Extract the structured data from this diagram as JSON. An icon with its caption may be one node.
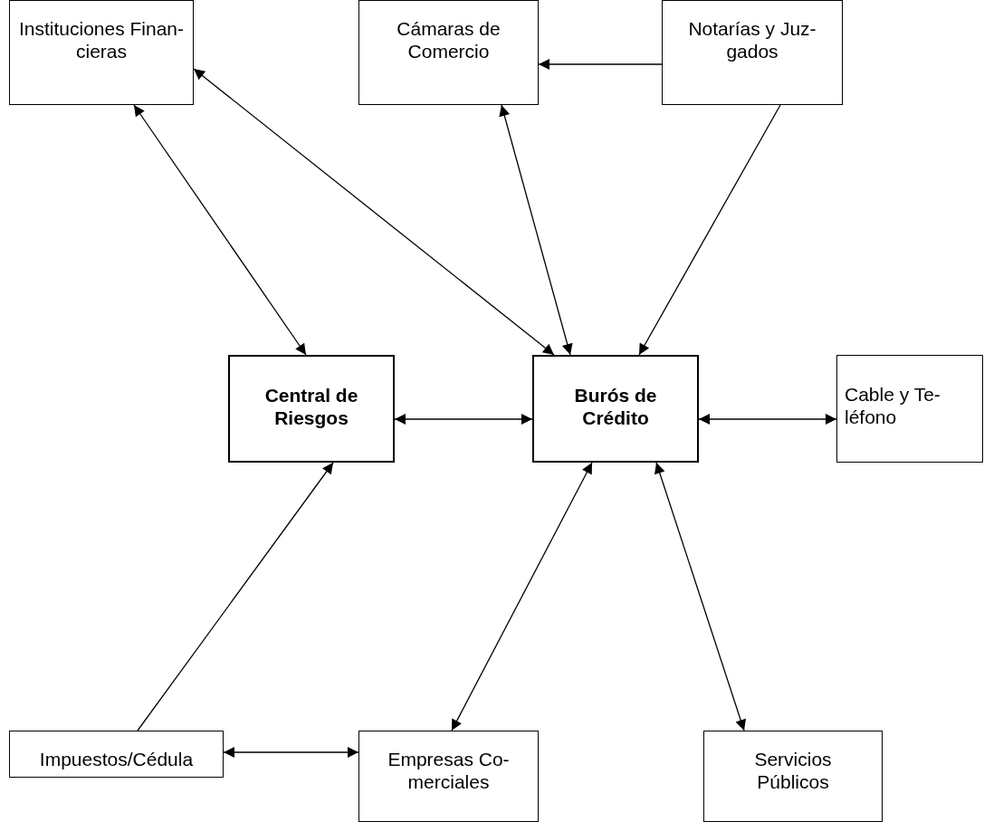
{
  "diagram": {
    "nodes": [
      {
        "text": [
          "Instituciones Finan- cieras"
        ]
      },
      {
        "text": [
          "Cámaras de Comercio"
        ]
      },
      {
        "text": [
          "Notarías y Juz- gados"
        ]
      },
      {
        "text": [
          "Central de Riesgos"
        ]
      },
      {
        "text": [
          "Burós de Crédito"
        ]
      },
      {
        "text": [
          "Cable y Te- léfono"
        ]
      },
      {
        "text": [
          "Impuestos/Cédula"
        ]
      },
      {
        "text": [
          "Empresas Co- merciales"
        ]
      },
      {
        "text": [
          "Servicios Públicos"
        ]
      }
    ],
    "edges": [
      {
        "from": 2,
        "to": 1,
        "arrow": "to"
      },
      {
        "from": 0,
        "to": 3,
        "arrow": "both"
      },
      {
        "from": 0,
        "to": 4,
        "arrow": "both"
      },
      {
        "from": 1,
        "to": 4,
        "arrow": "both"
      },
      {
        "from": 2,
        "to": 4,
        "arrow": "to"
      },
      {
        "from": 3,
        "to": 4,
        "arrow": "both"
      },
      {
        "from": 4,
        "to": 5,
        "arrow": "both"
      },
      {
        "from": 6,
        "to": 3,
        "arrow": "to"
      },
      {
        "from": 4,
        "to": 7,
        "arrow": "both"
      },
      {
        "from": 4,
        "to": 8,
        "arrow": "both"
      },
      {
        "from": 6,
        "to": 7,
        "arrow": "both"
      }
    ]
  }
}
